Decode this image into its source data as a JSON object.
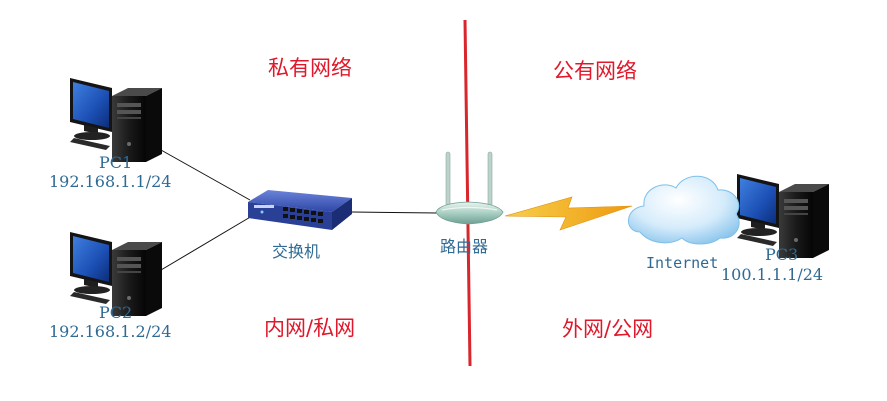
{
  "zones": {
    "private_network": "私有网络",
    "public_network": "公有网络",
    "intranet": "内网/私网",
    "extranet": "外网/公网"
  },
  "devices": {
    "pc1": {
      "name": "PC1",
      "ip": "192.168.1.1/24"
    },
    "pc2": {
      "name": "PC2",
      "ip": "192.168.1.2/24"
    },
    "pc3": {
      "name": "PC3",
      "ip": "100.1.1.1/24"
    },
    "switch": {
      "name": "交换机"
    },
    "router": {
      "name": "路由器"
    },
    "internet": {
      "name": "Internet"
    }
  },
  "colors": {
    "zone_text": "#e0182b",
    "divider": "#d9252c",
    "label_text": "#2e6a94",
    "link": "#111111",
    "wan_link": "#f2b21b"
  },
  "icons": {
    "pc": "desktop-computer-icon",
    "switch": "network-switch-icon",
    "router": "wireless-router-icon",
    "internet": "cloud-icon",
    "wan": "lightning-bolt-icon"
  }
}
